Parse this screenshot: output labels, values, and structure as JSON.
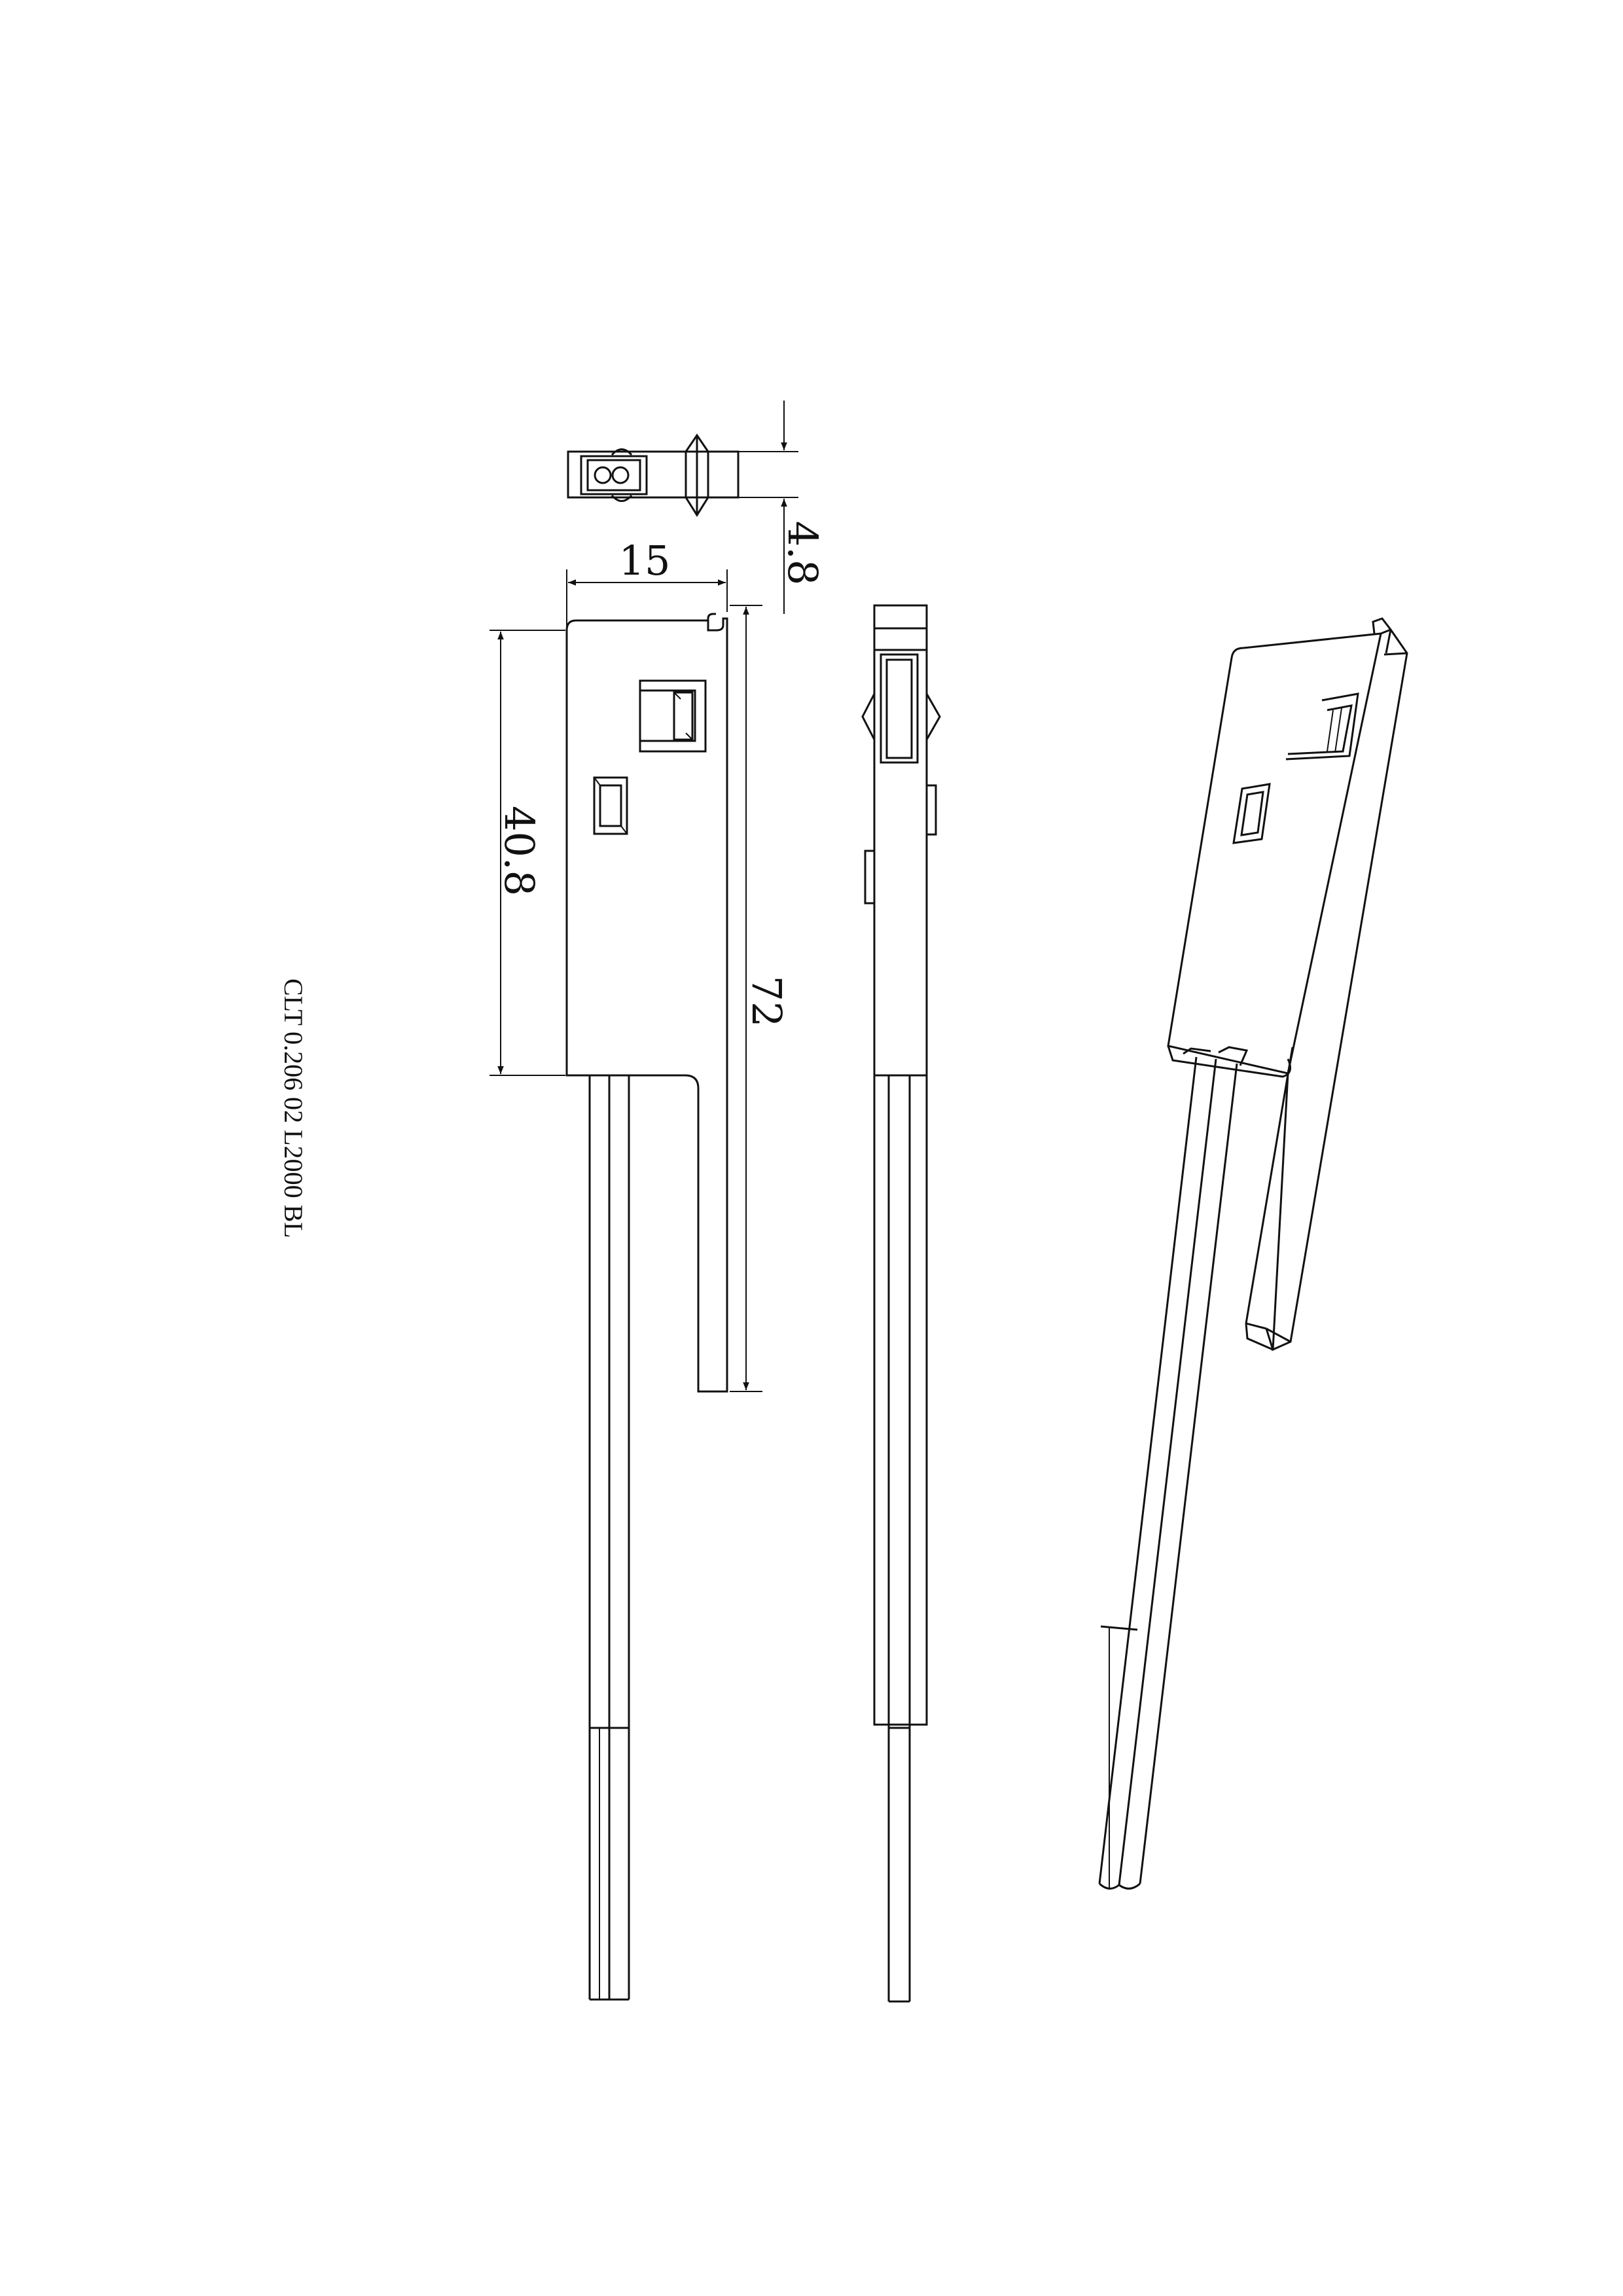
{
  "part_code": "CLT 0.206 02 L2000 BL",
  "dimensions": {
    "width": "15",
    "thickness": "4.8",
    "body_height": "40.8",
    "overall_height": "72"
  }
}
